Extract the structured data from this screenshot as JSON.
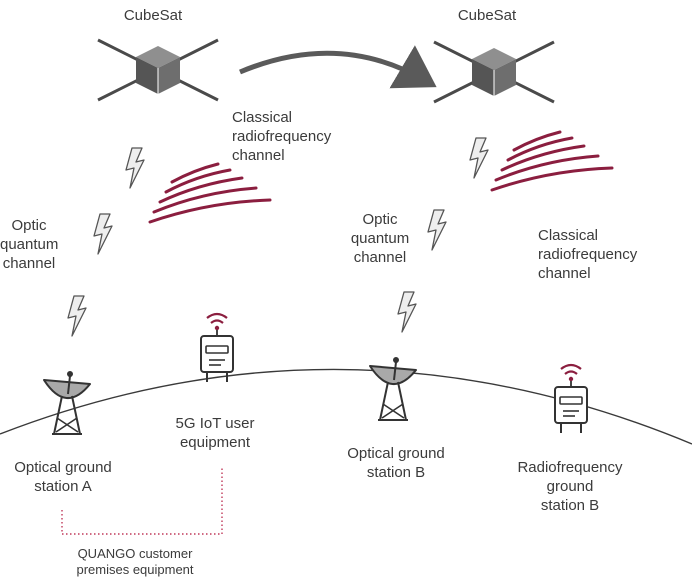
{
  "colors": {
    "text": "#3b3b3b",
    "line": "#3a3a3a",
    "satellite_dark": "#5a5a5a",
    "satellite_light": "#8c8c8c",
    "rf_waves": "#8b1e3f",
    "dish": "#a9a9a9",
    "bolt_fill": "#eeeeee",
    "customer_premises_dotted": "#c0395a"
  },
  "labels": {
    "cubesat_left": "CubeSat",
    "cubesat_right": "CubeSat",
    "rf_channel_left": [
      "Classical",
      "radiofrequency",
      "channel"
    ],
    "rf_channel_right": [
      "Classical",
      "radiofrequency",
      "channel"
    ],
    "optic_left": [
      "Optic",
      "quantum",
      "channel"
    ],
    "optic_right": [
      "Optic",
      "quantum",
      "channel"
    ],
    "iot_user": [
      "5G IoT user",
      "equipment"
    ],
    "ogs_a": [
      "Optical ground",
      "station A"
    ],
    "ogs_b": [
      "Optical ground",
      "station B"
    ],
    "rf_ground_b": [
      "Radiofrequency",
      "ground",
      "station B"
    ],
    "quango_cpe": [
      "QUANGO customer",
      "premises equipment"
    ]
  },
  "icons": {
    "satellite": "cubesat-icon",
    "dish": "satellite-dish-icon",
    "device": "5g-device-icon",
    "bolt": "lightning-link-icon",
    "waves": "rf-wave-icon",
    "arrow": "orbit-arrow-icon"
  }
}
